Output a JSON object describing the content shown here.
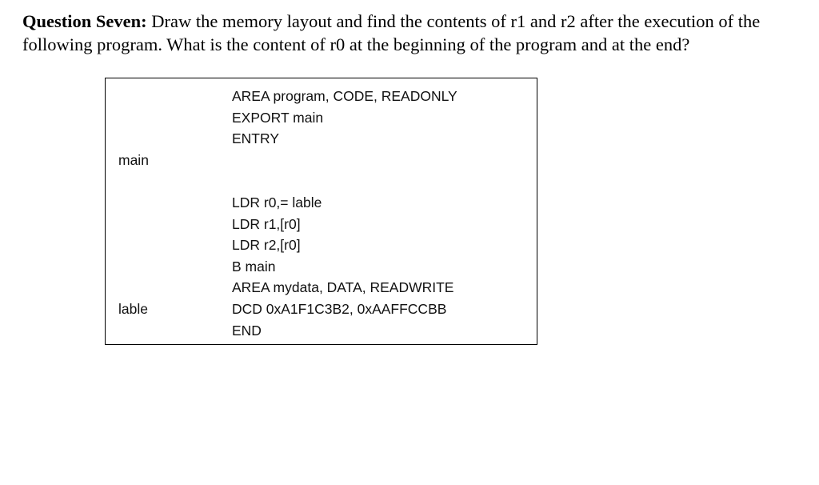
{
  "question": {
    "title": "Question Seven:",
    "body": " Draw the memory layout and find the contents of r1 and r2 after the execution of the following program. What is the content of r0 at the beginning of the program and at the end?"
  },
  "code_box": {
    "labels": {
      "main": "main",
      "lable": "lable"
    },
    "lines": [
      "AREA program, CODE, READONLY",
      "EXPORT main",
      "ENTRY",
      "LDR r0,= lable",
      "LDR r1,[r0]",
      "LDR r2,[r0]",
      "B main",
      "AREA mydata, DATA, READWRITE",
      "DCD  0xA1F1C3B2, 0xAAFFCCBB",
      "END"
    ]
  }
}
